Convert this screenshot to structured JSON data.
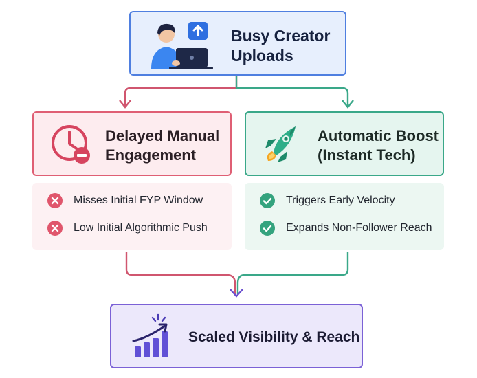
{
  "top": {
    "title_line1": "Busy Creator",
    "title_line2": "Uploads"
  },
  "left_branch": {
    "title_line1": "Delayed Manual",
    "title_line2": "Engagement",
    "items": [
      "Misses Initial FYP Window",
      "Low Initial Algorithmic Push"
    ]
  },
  "right_branch": {
    "title_line1": "Automatic Boost",
    "title_line2": "(Instant Tech)",
    "items": [
      "Triggers Early Velocity",
      "Expands Non-Follower Reach"
    ]
  },
  "bottom": {
    "title": "Scaled Visibility & Reach"
  },
  "colors": {
    "blue": "#4f7fe0",
    "red": "#df5f74",
    "green": "#3aa889",
    "purple": "#7b61d6"
  },
  "icons": {
    "top": "person-laptop-upload-icon",
    "left": "clock-minus-icon",
    "right": "rocket-icon",
    "bottom": "bar-chart-growth-icon",
    "negative_item": "x-circle-icon",
    "positive_item": "check-circle-icon"
  }
}
